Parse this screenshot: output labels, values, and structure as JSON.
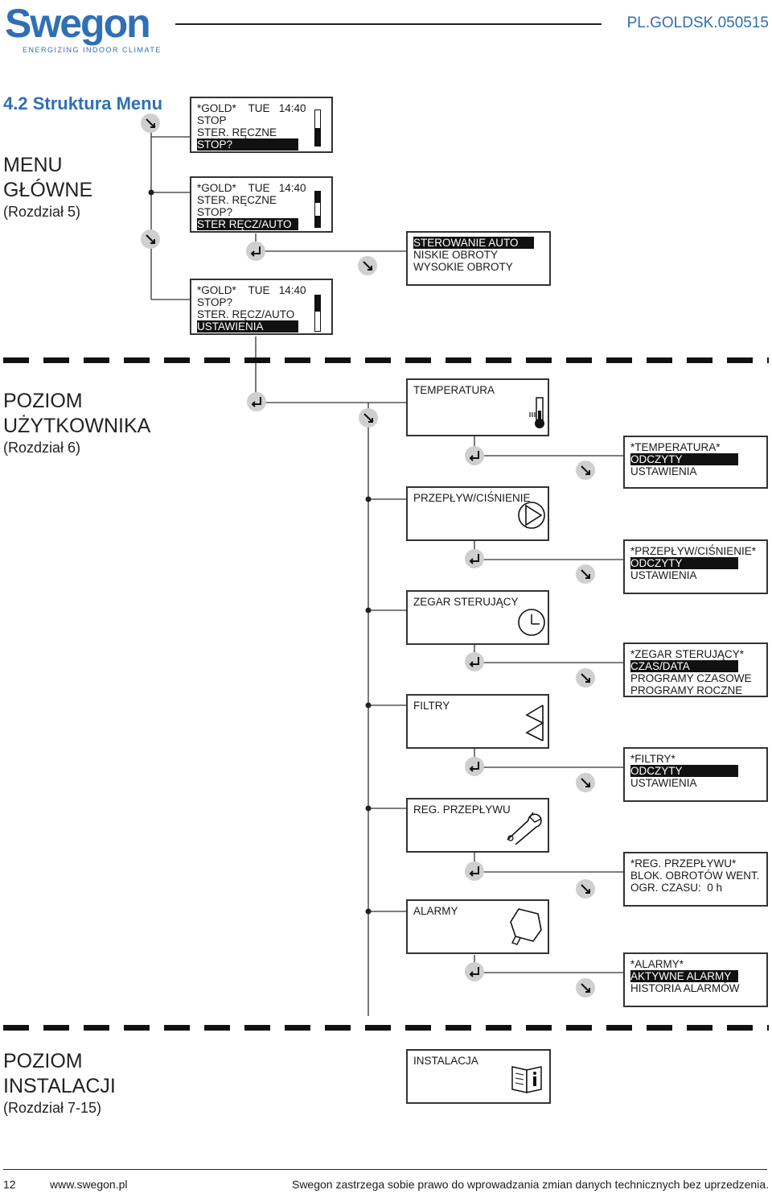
{
  "header": {
    "logo": "Swegon",
    "tagline": "ENERGIZING INDOOR CLIMATE",
    "doc_id": "PL.GOLDSK.050515"
  },
  "title": "4.2 Struktura Menu",
  "sections": {
    "main": {
      "line1": "MENU",
      "line2": "GŁÓWNE",
      "sub": "(Rozdział 5)"
    },
    "user": {
      "line1": "POZIOM",
      "line2": "UŻYTKOWNIKA",
      "sub": "(Rozdział 6)"
    },
    "install": {
      "line1": "POZIOM",
      "line2": "INSTALACJI",
      "sub": "(Rozdział 7-15)"
    }
  },
  "main_screens": [
    {
      "lines": [
        "*GOLD*    TUE   14:40",
        "STOP",
        "STER. RĘCZNE",
        "STOP?"
      ],
      "highlight": 3
    },
    {
      "lines": [
        "*GOLD*    TUE   14:40",
        "STER. RĘCZNE",
        "STOP?",
        "STER RĘCZ/AUTO"
      ],
      "highlight": 3
    },
    {
      "lines": [
        "*GOLD*    TUE   14:40",
        "STOP?",
        "STER. RĘCZ/AUTO",
        "USTAWIENIA"
      ],
      "highlight": 3
    }
  ],
  "auto_menu": {
    "lines": [
      "STEROWANIE AUTO",
      "NISKIE OBROTY",
      "WYSOKIE OBROTY"
    ],
    "highlight": 0
  },
  "user_items": [
    {
      "label": "TEMPERATURA",
      "icon": "thermometer-icon"
    },
    {
      "label": "PRZEPŁYW/CIŚNIENIE",
      "icon": "fan-icon"
    },
    {
      "label": "ZEGAR STERUJĄCY",
      "icon": "clock-icon"
    },
    {
      "label": "FILTRY",
      "icon": "filter-icon"
    },
    {
      "label": "REG. PRZEPŁYWU",
      "icon": "wrench-icon"
    },
    {
      "label": "ALARMY",
      "icon": "bell-icon"
    }
  ],
  "user_submenus": [
    {
      "lines": [
        "*TEMPERATURA*",
        "ODCZYTY",
        "USTAWIENIA"
      ],
      "highlight": 1
    },
    {
      "lines": [
        "*PRZEPŁYW/CIŚNIENIE*",
        "ODCZYTY",
        "USTAWIENIA"
      ],
      "highlight": 1
    },
    {
      "lines": [
        "*ZEGAR STERUJĄCY*",
        "CZAS/DATA",
        "PROGRAMY CZASOWE",
        "PROGRAMY ROCZNE"
      ],
      "highlight": 1
    },
    {
      "lines": [
        "*FILTRY*",
        "ODCZYTY",
        "USTAWIENIA"
      ],
      "highlight": 1
    },
    {
      "lines": [
        "*REG. PRZEPŁYWU*",
        "BLOK. OBROTÓW WENT.",
        "OGR. CZASU:  0 h"
      ],
      "highlight": -1
    },
    {
      "lines": [
        "*ALARMY*",
        "AKTYWNE ALARMY",
        "HISTORIA ALARMÓW"
      ],
      "highlight": 1
    }
  ],
  "install_item": {
    "label": "INSTALACJA",
    "icon": "info-book-icon"
  },
  "footer": {
    "page": "12",
    "site": "www.swegon.pl",
    "note": "Swegon zastrzega sobie prawo do wprowadzania zmian danych technicznych bez uprzedzenia."
  }
}
